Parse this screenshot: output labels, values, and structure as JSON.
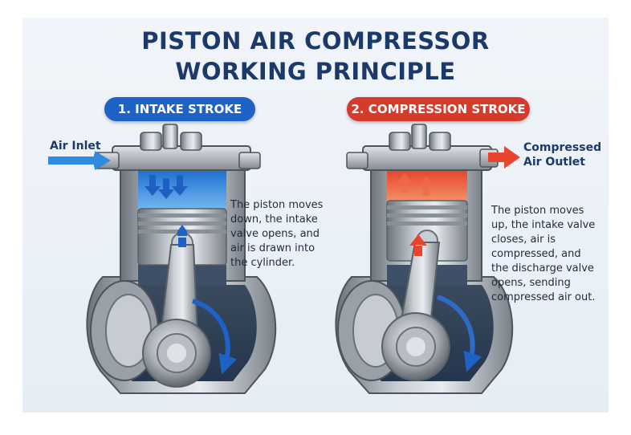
{
  "title_line1": "PISTON AIR COMPRESSOR",
  "title_line2": "WORKING PRINCIPLE",
  "colors": {
    "title": "#1b3a6b",
    "intake": "#1d62c4",
    "compression": "#d63a2b",
    "air_blue": "#2f8be0",
    "hot_red": "#e8452c"
  },
  "intake": {
    "label": "1. INTAKE STROKE",
    "inlet_label": "Air Inlet",
    "description": "The piston moves\ndown, the intake\nvalve opens, and\nair is drawn into\nthe cylinder."
  },
  "compression": {
    "label": "2. COMPRESSION STROKE",
    "outlet_label_line1": "Compressed",
    "outlet_label_line2": "Air Outlet",
    "description": "The piston moves\nup, the intake valve\ncloses, air is\ncompressed, and\nthe discharge valve\nopens, sending\ncompressed air out."
  }
}
